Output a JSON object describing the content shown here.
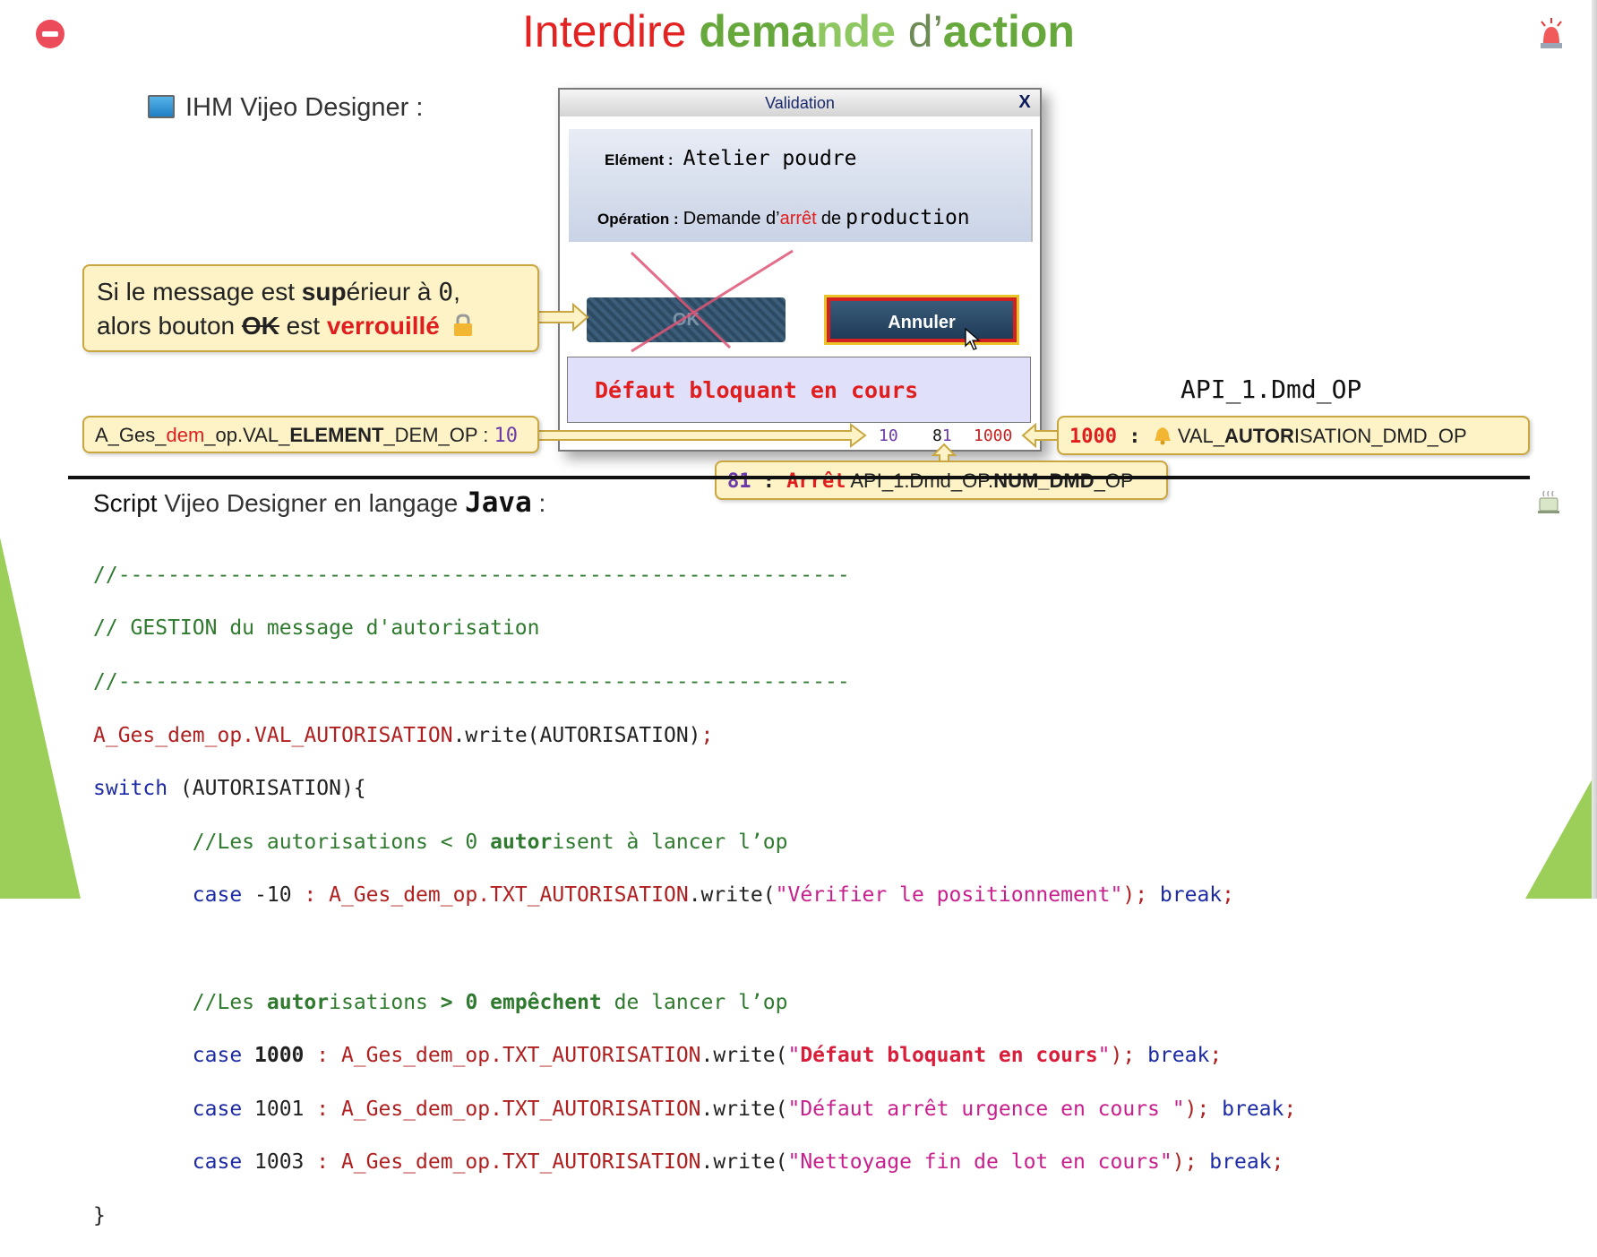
{
  "slide": {
    "title": {
      "word1": "Interdire",
      "word2a": "dema",
      "word2b": "nde",
      "word3a": "d’",
      "word3b": "action"
    },
    "ihm_label": {
      "prefix": "IHM",
      "rest": "Vijeo Designer :"
    }
  },
  "dialog": {
    "title": "Validation",
    "close": "X",
    "element_label": "Elément :",
    "element_value": "Atelier poudre",
    "operation_label": "Opération :",
    "operation_a": "Demande d’",
    "operation_b": "arrêt",
    "operation_c": "de",
    "operation_d": "production",
    "ok_label": "OK",
    "cancel_label": "Annuler",
    "status_message": "Défaut bloquant en cours",
    "num_left": "10",
    "num_mid_a": "8",
    "num_mid_b": "1",
    "num_right": "1000"
  },
  "callouts": {
    "lock_a": "Si le message est ",
    "lock_b": "sup",
    "lock_c": "érieur à ",
    "lock_d": "0",
    "lock_e": ",",
    "lock_f": "alors bouton ",
    "lock_g": "OK",
    "lock_h": " est ",
    "lock_i": "verrouillé",
    "element_a": "A_Ges_",
    "element_b": "dem",
    "element_c": "_op.VAL_",
    "element_d": "ELEMENT",
    "element_e": "_DEM_OP",
    "element_f": " : ",
    "element_g": "10",
    "auth_a": "1000",
    "auth_b": " : ",
    "auth_c": " VAL_",
    "auth_d": "AUTOR",
    "auth_e": "ISATION_DMD_OP",
    "num_a": "81",
    "num_b": " : ",
    "num_c": "Arrêt",
    "num_d": " API_1.Dmd_OP.",
    "num_e": "NUM_DMD",
    "num_f": "_OP",
    "api_label": "API_1.Dmd_OP"
  },
  "script": {
    "title_a": "Script",
    "title_b": " Vijeo Designer en langage ",
    "title_c": "Java",
    "title_d": " :",
    "lines": {
      "l1": "//-----------------------------------------------------------",
      "l2": "// GESTION du message d'autorisation",
      "l3": "//-----------------------------------------------------------",
      "l4a": "A_Ges_dem_op.VAL_AUTORISATION",
      "l4b": ".write(AUTORISATION)",
      "l4c": ";",
      "l5a": "switch",
      "l5b": " (AUTORISATION){",
      "l6a": "        //Les autorisations < 0 ",
      "l6b": "autor",
      "l6c": "isent à lancer l’op",
      "l7a": "        case",
      "l7b": " -10 ",
      "l7c": ": A_Ges_dem_op.TXT_AUTORISATION",
      "l7d": ".write(",
      "l7e": "\"Vérifier le positionnement\"",
      "l7f": "); ",
      "l7g": "break",
      "l7h": ";",
      "l8a": "        //Les ",
      "l8b": "autor",
      "l8c": "isations ",
      "l8d": "> 0 empêchent",
      "l8e": " de lancer l’op",
      "l9a": "        case",
      "l9b": " 1000",
      "l9c": " : A_Ges_dem_op.TXT_AUTORISATION",
      "l9d": ".write(",
      "l9e": "\"",
      "l9f": "Défaut bloquant en cours",
      "l9g": "\"",
      "l9h": "); ",
      "l9i": "break",
      "l9j": ";",
      "l10a": "        case",
      "l10b": " 1001 ",
      "l10c": ": A_Ges_dem_op.TXT_AUTORISATION",
      "l10d": ".write(",
      "l10e": "\"Défaut arrêt urgence en cours \"",
      "l10f": "); ",
      "l10g": "break",
      "l10h": ";",
      "l11a": "        case",
      "l11b": " 1003 ",
      "l11c": ": A_Ges_dem_op.TXT_AUTORISATION",
      "l11d": ".write(",
      "l11e": "\"Nettoyage fin de lot en cours\"",
      "l11f": "); ",
      "l11g": "break",
      "l11h": ";",
      "l12": "}"
    }
  },
  "colors": {
    "accent_red": "#e01e1e",
    "accent_green": "#67a83c",
    "callout_bg": "#fdf3c7",
    "keyword_blue": "#1c2aa6",
    "string_pink": "#c81f8d",
    "comment_green": "#2f7a2f"
  }
}
